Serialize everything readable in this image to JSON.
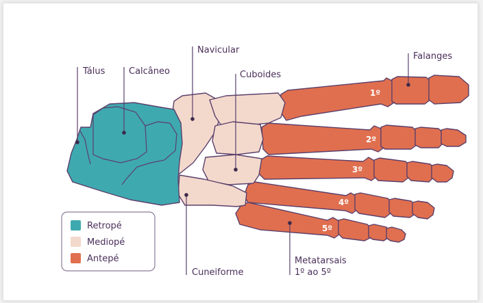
{
  "labels": {
    "talus": "Tálus",
    "calcaneo": "Calcâneo",
    "navicular": "Navicular",
    "cuboides": "Cuboides",
    "falanges": "Falanges",
    "cuneiforme": "Cuneiforme",
    "metatarsais_line1": "Metatarsais",
    "metatarsais_line2": "1º ao 5º"
  },
  "metatarsal_numbers": [
    "1º",
    "2º",
    "3º",
    "4º",
    "5º"
  ],
  "legend": [
    {
      "label": "Retropé",
      "color": "#3fa9b0"
    },
    {
      "label": "Mediopé",
      "color": "#f3d9cc"
    },
    {
      "label": "Antepé",
      "color": "#e06f4f"
    }
  ],
  "colors": {
    "retrope": "#3fa9b0",
    "mediope": "#f3d9cc",
    "antepe": "#e06f4f",
    "outline": "#5a3f6a",
    "text": "#4a2f5a"
  }
}
